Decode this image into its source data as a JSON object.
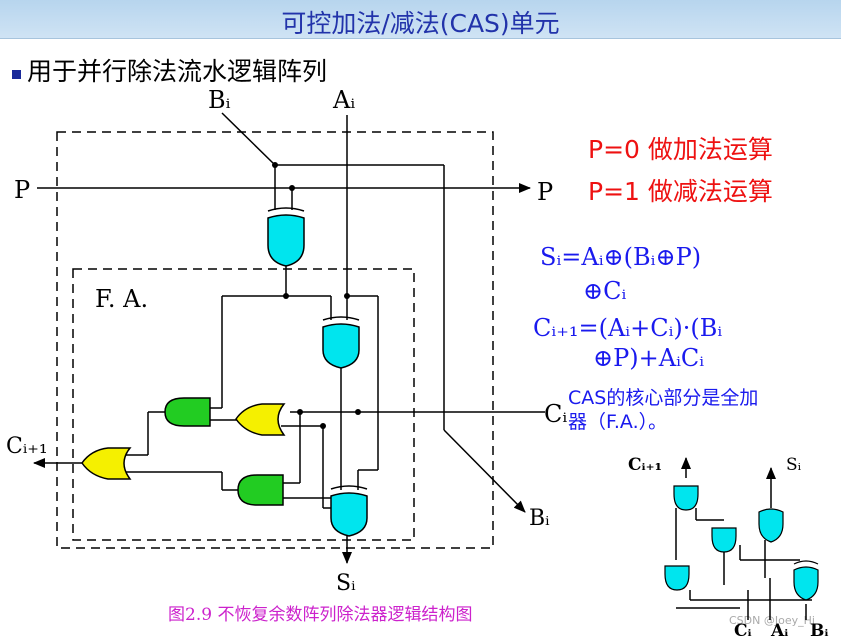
{
  "header": {
    "title": "可控加法/减法(CAS)单元"
  },
  "bullet": {
    "text": "用于并行除法流水逻辑阵列"
  },
  "rules": {
    "p0": "P=0 做加法运算",
    "p1": "P=1 做减法运算"
  },
  "formula_sum": {
    "line1": "Sᵢ=Aᵢ⊕(Bᵢ⊕P)",
    "line2": "⊕Cᵢ"
  },
  "formula_carry": {
    "line1": "Cᵢ₊₁=(Aᵢ+Cᵢ)·(Bᵢ",
    "line2": "⊕P)+AᵢCᵢ"
  },
  "note": {
    "text": "CAS的核心部分是全加器（F.A.）。"
  },
  "caption": {
    "text": "图2.9 不恢复余数阵列除法器逻辑结构图"
  },
  "watermark": {
    "text": "CSDN @Joey_Hi"
  },
  "circuit": {
    "fa_label": "F. A.",
    "p_in": "P",
    "p_out": "P",
    "b_in": "Bᵢ",
    "a_in": "Aᵢ",
    "c_in": "Cᵢ",
    "c_out": "Cᵢ₊₁",
    "b_out": "Bᵢ",
    "s_out": "Sᵢ"
  },
  "mini_circuit": {
    "c_out": "Cᵢ₊₁",
    "s_out": "Sᵢ",
    "c_in": "Cᵢ",
    "a_in": "Aᵢ",
    "b_in": "Bᵢ"
  },
  "colors": {
    "xor_gate": "#00e5ee",
    "and_gate": "#22cc22",
    "or_gate": "#f5f000",
    "rule_text": "#ee1111",
    "formula_text": "#1a1aee",
    "caption_text": "#cc22cc"
  }
}
